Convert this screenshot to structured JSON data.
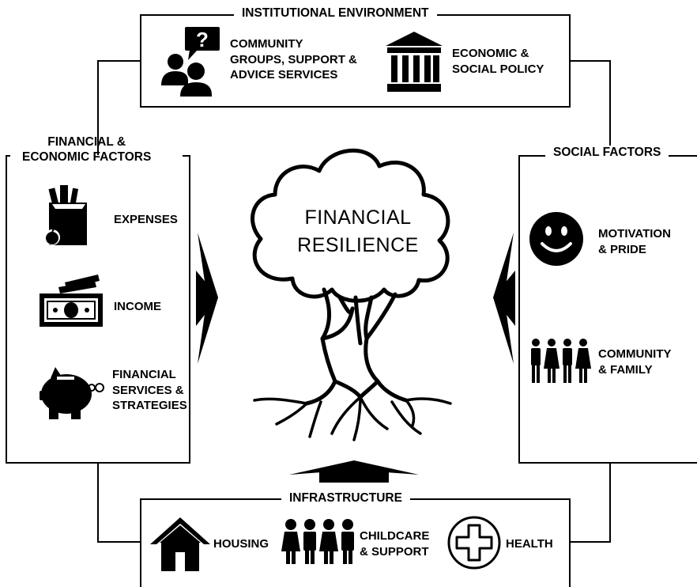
{
  "center": {
    "line1": "FINANCIAL",
    "line2": "RESILIENCE"
  },
  "institutional": {
    "title": "INSTITUTIONAL ENVIRONMENT",
    "items": [
      {
        "lines": [
          "COMMUNITY",
          "GROUPS, SUPPORT &",
          "ADVICE SERVICES"
        ],
        "icon": "support-people-icon"
      },
      {
        "lines": [
          "ECONOMIC &",
          "SOCIAL POLICY"
        ],
        "icon": "government-building-icon"
      }
    ]
  },
  "financial": {
    "title_lines": [
      "FINANCIAL &",
      "ECONOMIC FACTORS"
    ],
    "items": [
      {
        "lines": [
          "EXPENSES"
        ],
        "icon": "grocery-bag-icon"
      },
      {
        "lines": [
          "INCOME"
        ],
        "icon": "cash-icon"
      },
      {
        "lines": [
          "FINANCIAL",
          "SERVICES &",
          "STRATEGIES"
        ],
        "icon": "piggy-bank-icon"
      }
    ]
  },
  "social": {
    "title": "SOCIAL FACTORS",
    "items": [
      {
        "lines": [
          "MOTIVATION",
          "& PRIDE"
        ],
        "icon": "smiley-face-icon"
      },
      {
        "lines": [
          "COMMUNITY",
          "& FAMILY"
        ],
        "icon": "family-group-icon"
      }
    ]
  },
  "infrastructure": {
    "title": "INFRASTRUCTURE",
    "items": [
      {
        "lines": [
          "HOUSING"
        ],
        "icon": "house-icon"
      },
      {
        "lines": [
          "CHILDCARE",
          "& SUPPORT"
        ],
        "icon": "children-group-icon"
      },
      {
        "lines": [
          "HEALTH"
        ],
        "icon": "health-cross-icon"
      }
    ]
  },
  "colors": {
    "ink": "#000000",
    "paper": "#ffffff"
  }
}
